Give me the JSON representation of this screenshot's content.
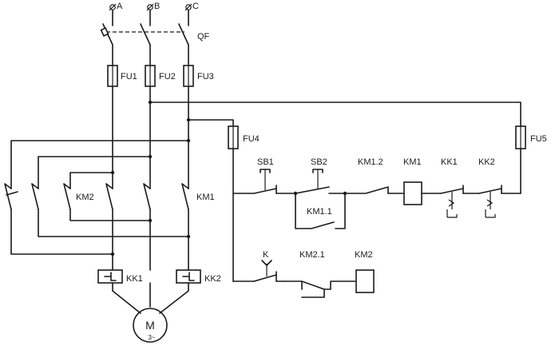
{
  "phases": {
    "a": "A",
    "b": "B",
    "c": "C"
  },
  "breaker": "QF",
  "fuses": {
    "fu1": "FU1",
    "fu2": "FU2",
    "fu3": "FU3",
    "fu4": "FU4",
    "fu5": "FU5"
  },
  "main_contacts": {
    "km2": "KM2",
    "km1": "KM1"
  },
  "overloads": {
    "kk1": "KK1",
    "kk2": "KK2"
  },
  "motor": {
    "label": "M",
    "sub": "3~"
  },
  "control": {
    "sb1": "SB1",
    "sb2": "SB2",
    "km1_1": "KM1.1",
    "km1_2": "KM1.2",
    "km1_coil": "KM1",
    "kk1_contact": "KK1",
    "kk2_contact": "KK2",
    "k": "K",
    "km2_1": "KM2.1",
    "km2_coil": "KM2"
  }
}
